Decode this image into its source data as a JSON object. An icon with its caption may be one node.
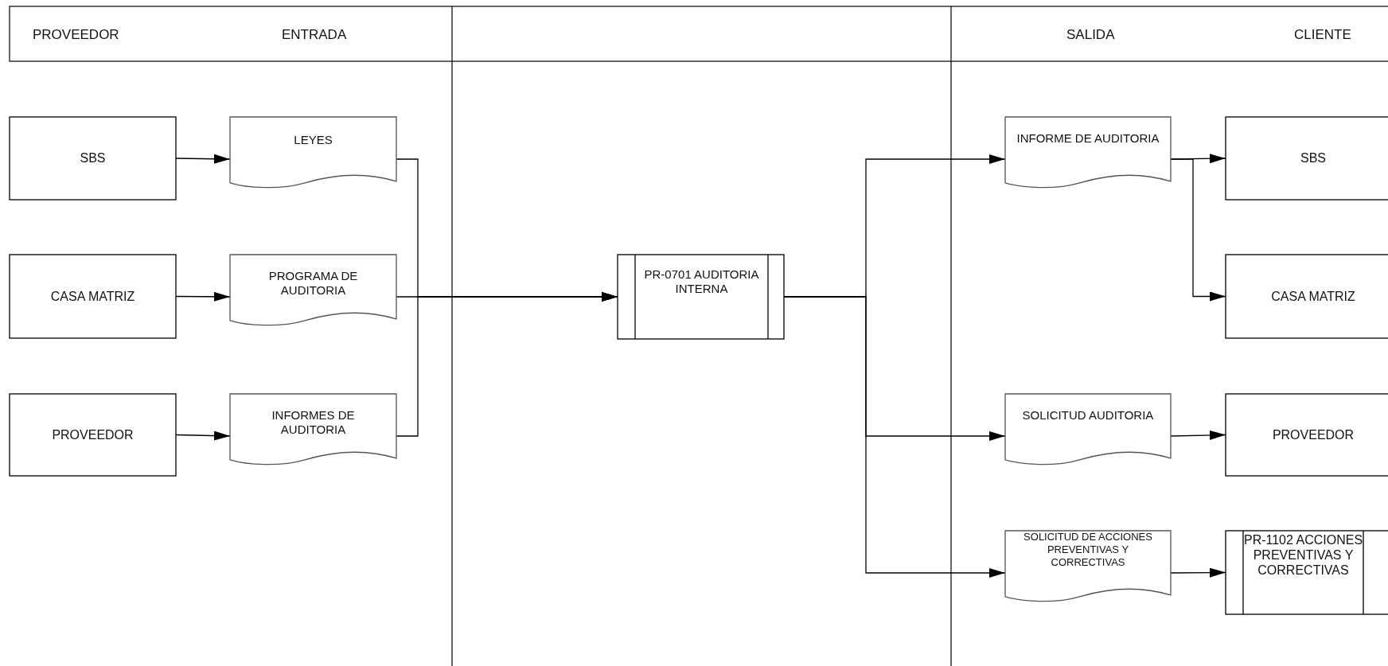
{
  "diagram": {
    "nodes": [
      {
        "text": [
          "SBS"
        ]
      },
      {
        "text": [
          "CASA MATRIZ"
        ]
      },
      {
        "text": [
          "PROVEEDOR"
        ]
      },
      {
        "text": [
          "LEYES"
        ]
      },
      {
        "text": [
          "PROGRAMA DE AUDITORIA"
        ]
      },
      {
        "text": [
          "INFORMES DE AUDITORIA"
        ]
      },
      {
        "text": [
          "PR-0701 AUDITORIA INTERNA"
        ]
      },
      {
        "text": [
          "INFORME DE AUDITORIA"
        ]
      },
      {
        "text": [
          "SOLICITUD AUDITORIA"
        ]
      },
      {
        "text": [
          "SOLICITUD DE ACCIONES PREVENTIVAS Y CORRECTIVAS"
        ]
      },
      {
        "text": [
          "SBS"
        ]
      },
      {
        "text": [
          "CASA MATRIZ"
        ]
      },
      {
        "text": [
          "PROVEEDOR"
        ]
      },
      {
        "text": [
          "PR-1102 ACCIONES PREVENTIVAS Y CORRECTIVAS"
        ]
      }
    ],
    "edges": [
      {
        "from": 0,
        "to": 3,
        "arrow": "to"
      },
      {
        "from": 1,
        "to": 4,
        "arrow": "to"
      },
      {
        "from": 2,
        "to": 5,
        "arrow": "to"
      },
      {
        "from": 3,
        "to": 6,
        "arrow": "to"
      },
      {
        "from": 4,
        "to": 6,
        "arrow": "to"
      },
      {
        "from": 5,
        "to": 6,
        "arrow": "to"
      },
      {
        "from": 6,
        "to": 7,
        "arrow": "to"
      },
      {
        "from": 6,
        "to": 8,
        "arrow": "to"
      },
      {
        "from": 6,
        "to": 9,
        "arrow": "to"
      },
      {
        "from": 7,
        "to": 10,
        "arrow": "to"
      },
      {
        "from": 7,
        "to": 11,
        "arrow": "to"
      },
      {
        "from": 8,
        "to": 12,
        "arrow": "to"
      },
      {
        "from": 9,
        "to": 13,
        "arrow": "to"
      }
    ],
    "labels": [
      "PROVEEDOR",
      "ENTRADA",
      "SALIDA",
      "CLIENTE"
    ]
  }
}
